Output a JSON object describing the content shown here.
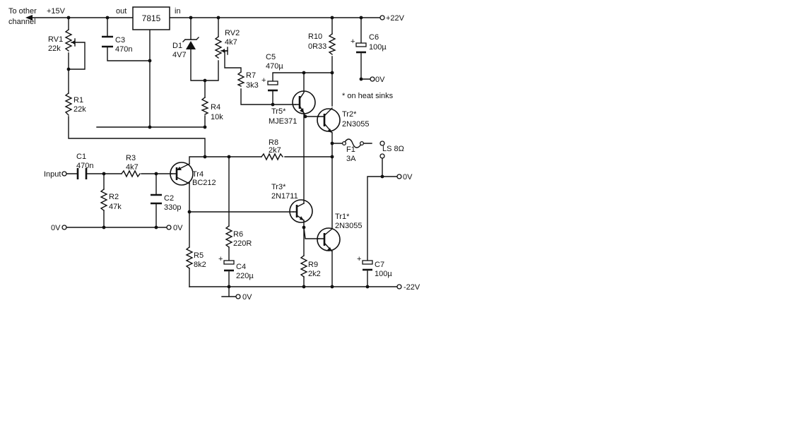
{
  "diagram": {
    "title": "",
    "rails": {
      "plus15": "+15V",
      "plus22": "+22V",
      "minus22": "-22V",
      "zero_v": "0V",
      "to_other_channel": [
        "To other",
        "channel"
      ]
    },
    "regulator": {
      "part": "7815",
      "out": "out",
      "in": "in"
    },
    "io": {
      "input": "Input",
      "speaker": "LS 8Ω",
      "note": "* on heat sinks"
    },
    "components": {
      "RV1": [
        "RV1",
        "22k"
      ],
      "C3": [
        "C3",
        "470n"
      ],
      "D1": [
        "D1",
        "4V7"
      ],
      "RV2": [
        "RV2",
        "4k7"
      ],
      "R10": [
        "R10",
        "0R33"
      ],
      "C6": [
        "C6",
        "100µ"
      ],
      "C5": [
        "C5",
        "470µ"
      ],
      "R7": [
        "R7",
        "3k3"
      ],
      "R4": [
        "R4",
        "10k"
      ],
      "R1": [
        "R1",
        "22k"
      ],
      "Tr5": [
        "Tr5*",
        "MJE371"
      ],
      "Tr2": [
        "Tr2*",
        "2N3055"
      ],
      "F1": [
        "F1",
        "3A"
      ],
      "R8": [
        "R8",
        "2k7"
      ],
      "C1": [
        "C1",
        "470n"
      ],
      "R3": [
        "R3",
        "4k7"
      ],
      "Tr4": [
        "Tr4",
        "BC212"
      ],
      "R2": [
        "R2",
        "47k"
      ],
      "C2": [
        "C2",
        "330p"
      ],
      "Tr3": [
        "Tr3*",
        "2N1711"
      ],
      "Tr1": [
        "Tr1*",
        "2N3055"
      ],
      "R6": [
        "R6",
        "220R"
      ],
      "C4": [
        "C4",
        "220µ"
      ],
      "R5": [
        "R5",
        "8k2"
      ],
      "R9": [
        "R9",
        "2k2"
      ],
      "C7": [
        "C7",
        "100µ"
      ]
    },
    "plus_sign": "+"
  }
}
